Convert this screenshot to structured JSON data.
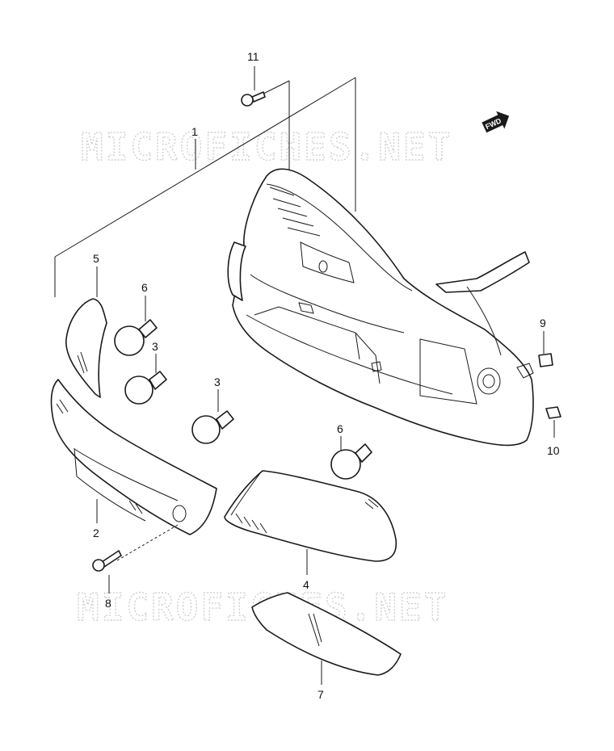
{
  "watermark": "MICROFICHES.NET",
  "direction_badge": "FWD",
  "callouts": {
    "p1": "1",
    "p2": "2",
    "p3a": "3",
    "p3b": "3",
    "p4": "4",
    "p5": "5",
    "p6a": "6",
    "p6b": "6",
    "p7": "7",
    "p8": "8",
    "p9": "9",
    "p10": "10",
    "p11": "11"
  },
  "colors": {
    "line": "#1a1a1a",
    "watermark": "#cfcfcf",
    "background": "#ffffff"
  }
}
